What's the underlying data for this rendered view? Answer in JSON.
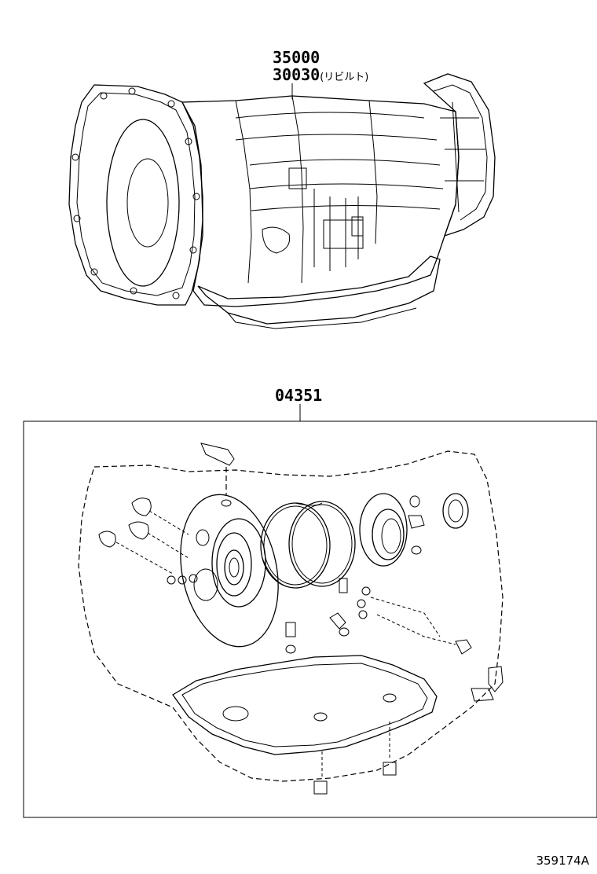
{
  "labels": {
    "assembly_part_1": "35000",
    "assembly_part_2": "30030",
    "assembly_part_2_note": "(リビルト)",
    "gasket_kit_part": "04351",
    "diagram_ref": "359174A"
  },
  "icons": {
    "transmission": "transmission-assembly-illustration",
    "gasket_kit": "overhaul-gasket-kit-illustration"
  }
}
